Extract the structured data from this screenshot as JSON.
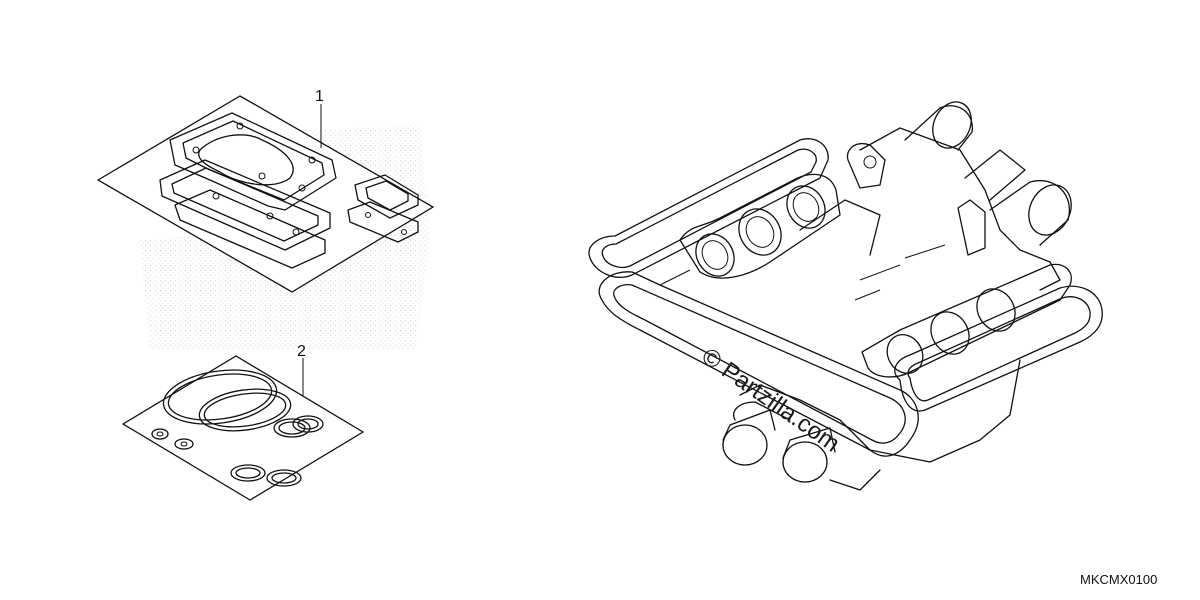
{
  "callouts": [
    {
      "number": "1"
    },
    {
      "number": "2"
    }
  ],
  "watermark": "© Partzilla.com",
  "diagram_code": "MKCMX0100"
}
